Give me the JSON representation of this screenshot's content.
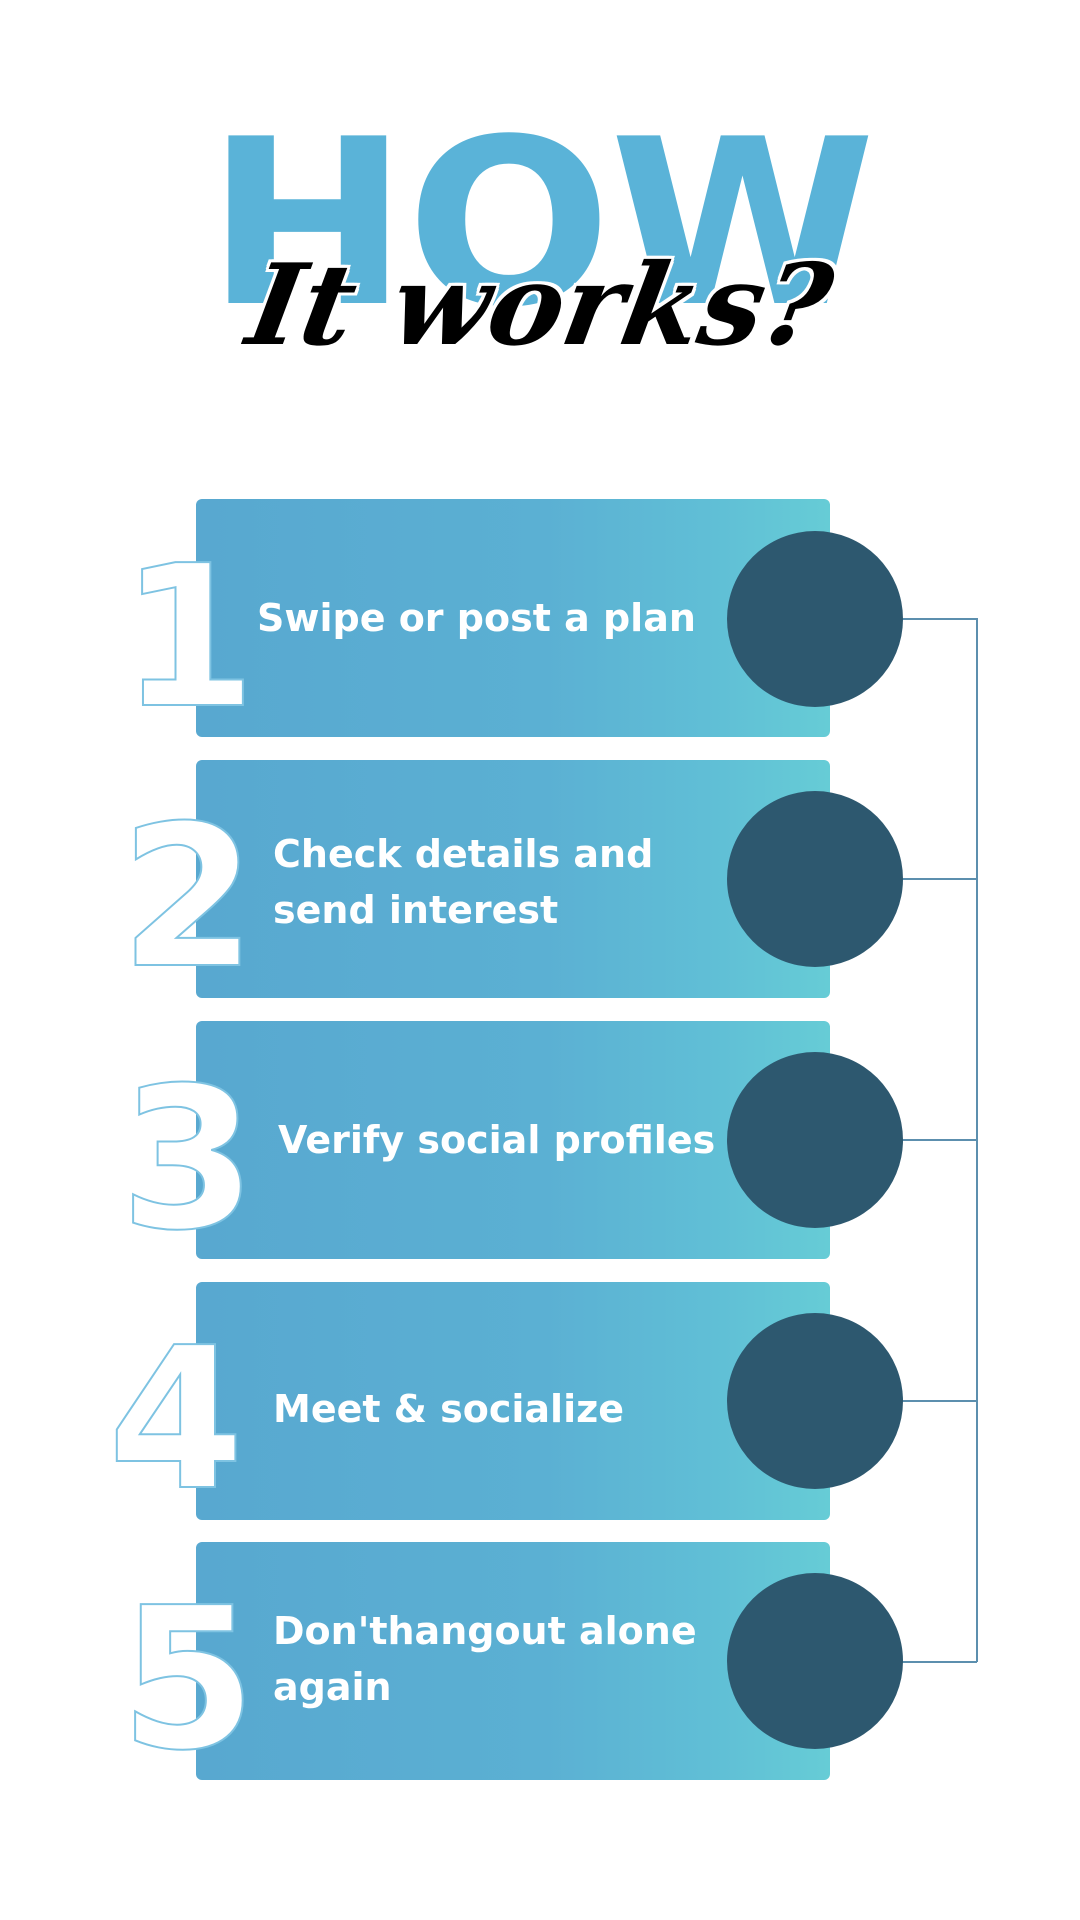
{
  "title": {
    "main": "HOW",
    "script": "It works?"
  },
  "steps": [
    {
      "number": "1",
      "label": "Swipe or post a plan"
    },
    {
      "number": "2",
      "label_line1": "Check details and",
      "label_line2": "send interest"
    },
    {
      "number": "3",
      "label": "Verify social profiles"
    },
    {
      "number": "4",
      "label": "Meet & socialize"
    },
    {
      "number": "5",
      "label_line1": "Don'thangout alone",
      "label_line2": "again"
    }
  ],
  "colors": {
    "accent": "#5ab3d8",
    "circle": "#2d586f",
    "connector": "#5c8fae",
    "card_gradient_start": "#58a8d0",
    "card_gradient_end": "#66ccd6"
  }
}
